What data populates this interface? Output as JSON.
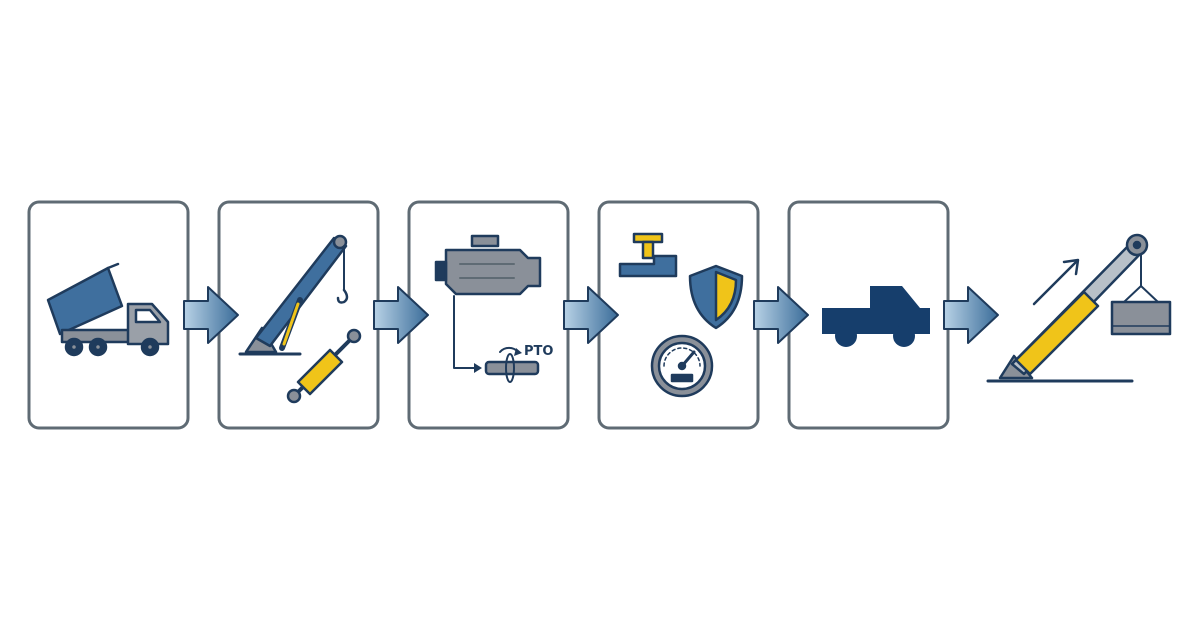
{
  "colors": {
    "frame": "#5f6b74",
    "primary": "#3f6f9e",
    "dark": "#1f3b5c",
    "navy": "#163e6c",
    "accent": "#f0c419",
    "steel": "#8a9099",
    "arrow_light": "#9fc0d9",
    "arrow_dark": "#3a6c99"
  },
  "steps": [
    {
      "id": "dump-truck",
      "icon": "dump-truck-icon"
    },
    {
      "id": "crane-hydraulics",
      "icon": "crane-boom-icon"
    },
    {
      "id": "engine-pto",
      "icon": "engine-icon",
      "pto_label": "PTO"
    },
    {
      "id": "controls-safety",
      "icon": "shield-icon"
    },
    {
      "id": "truck-chassis",
      "icon": "pickup-truck-icon"
    }
  ],
  "result": {
    "icon": "hydraulic-lift-icon"
  }
}
